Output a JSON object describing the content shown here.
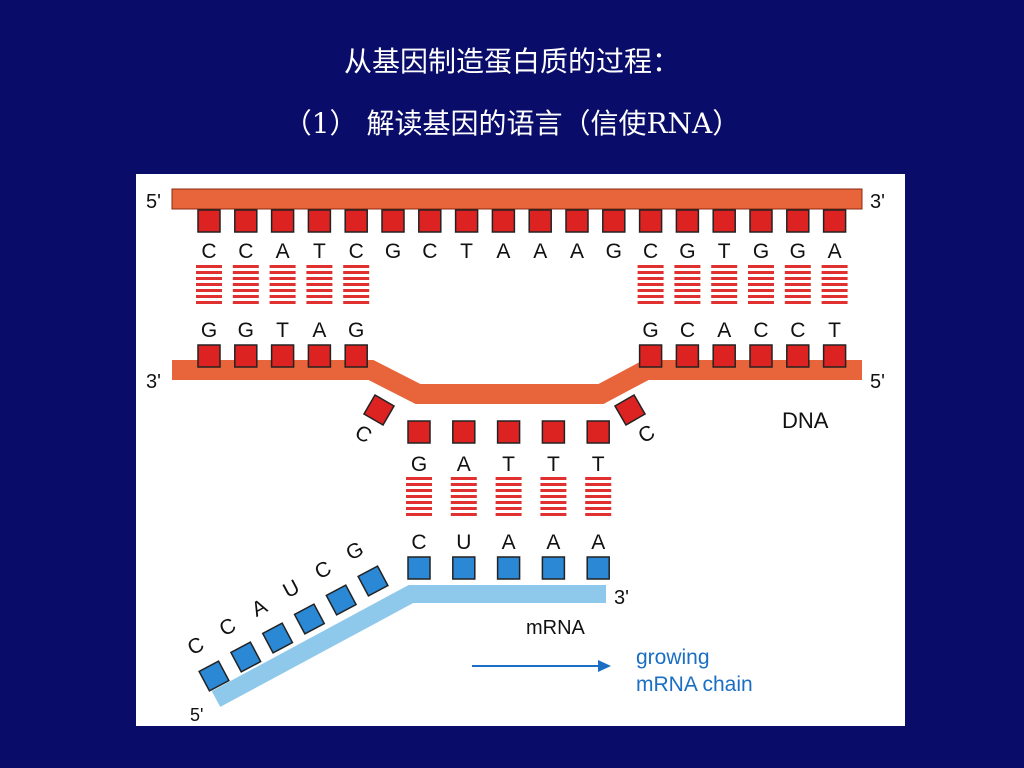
{
  "title_line1": "从基因制造蛋白质的过程：",
  "title_line2": "（1） 解读基因的语言（信使RNA）",
  "colors": {
    "background": "#0a0c6a",
    "dna_strand": "#e8643a",
    "dna_base": "#dd2222",
    "rna_strand": "#8ec8ea",
    "rna_base": "#2a88d4",
    "bond": "#e03030",
    "label_blue": "#1a6fc4"
  },
  "diagram": {
    "top_strand": {
      "end_left": "5'",
      "end_right": "3'",
      "bases": [
        "C",
        "C",
        "A",
        "T",
        "C",
        "G",
        "C",
        "T",
        "A",
        "A",
        "A",
        "G",
        "C",
        "G",
        "T",
        "G",
        "G",
        "A"
      ]
    },
    "bottom_strand": {
      "end_left": "3'",
      "end_right": "5'",
      "left_bases": [
        "G",
        "G",
        "T",
        "A",
        "G"
      ],
      "right_bases": [
        "G",
        "C",
        "A",
        "C",
        "C",
        "T"
      ],
      "dip_bases": [
        "G",
        "A",
        "T",
        "T",
        "T"
      ],
      "side_left": "C",
      "side_right": "C"
    },
    "dna_label": "DNA",
    "mrna": {
      "paired_bases": [
        "C",
        "U",
        "A",
        "A",
        "A"
      ],
      "tail_bases": [
        "C",
        "C",
        "A",
        "U",
        "C",
        "G"
      ],
      "end_5": "5'",
      "end_3": "3'",
      "label": "mRNA"
    },
    "arrow_caption_line1": "growing",
    "arrow_caption_line2": "mRNA chain"
  }
}
